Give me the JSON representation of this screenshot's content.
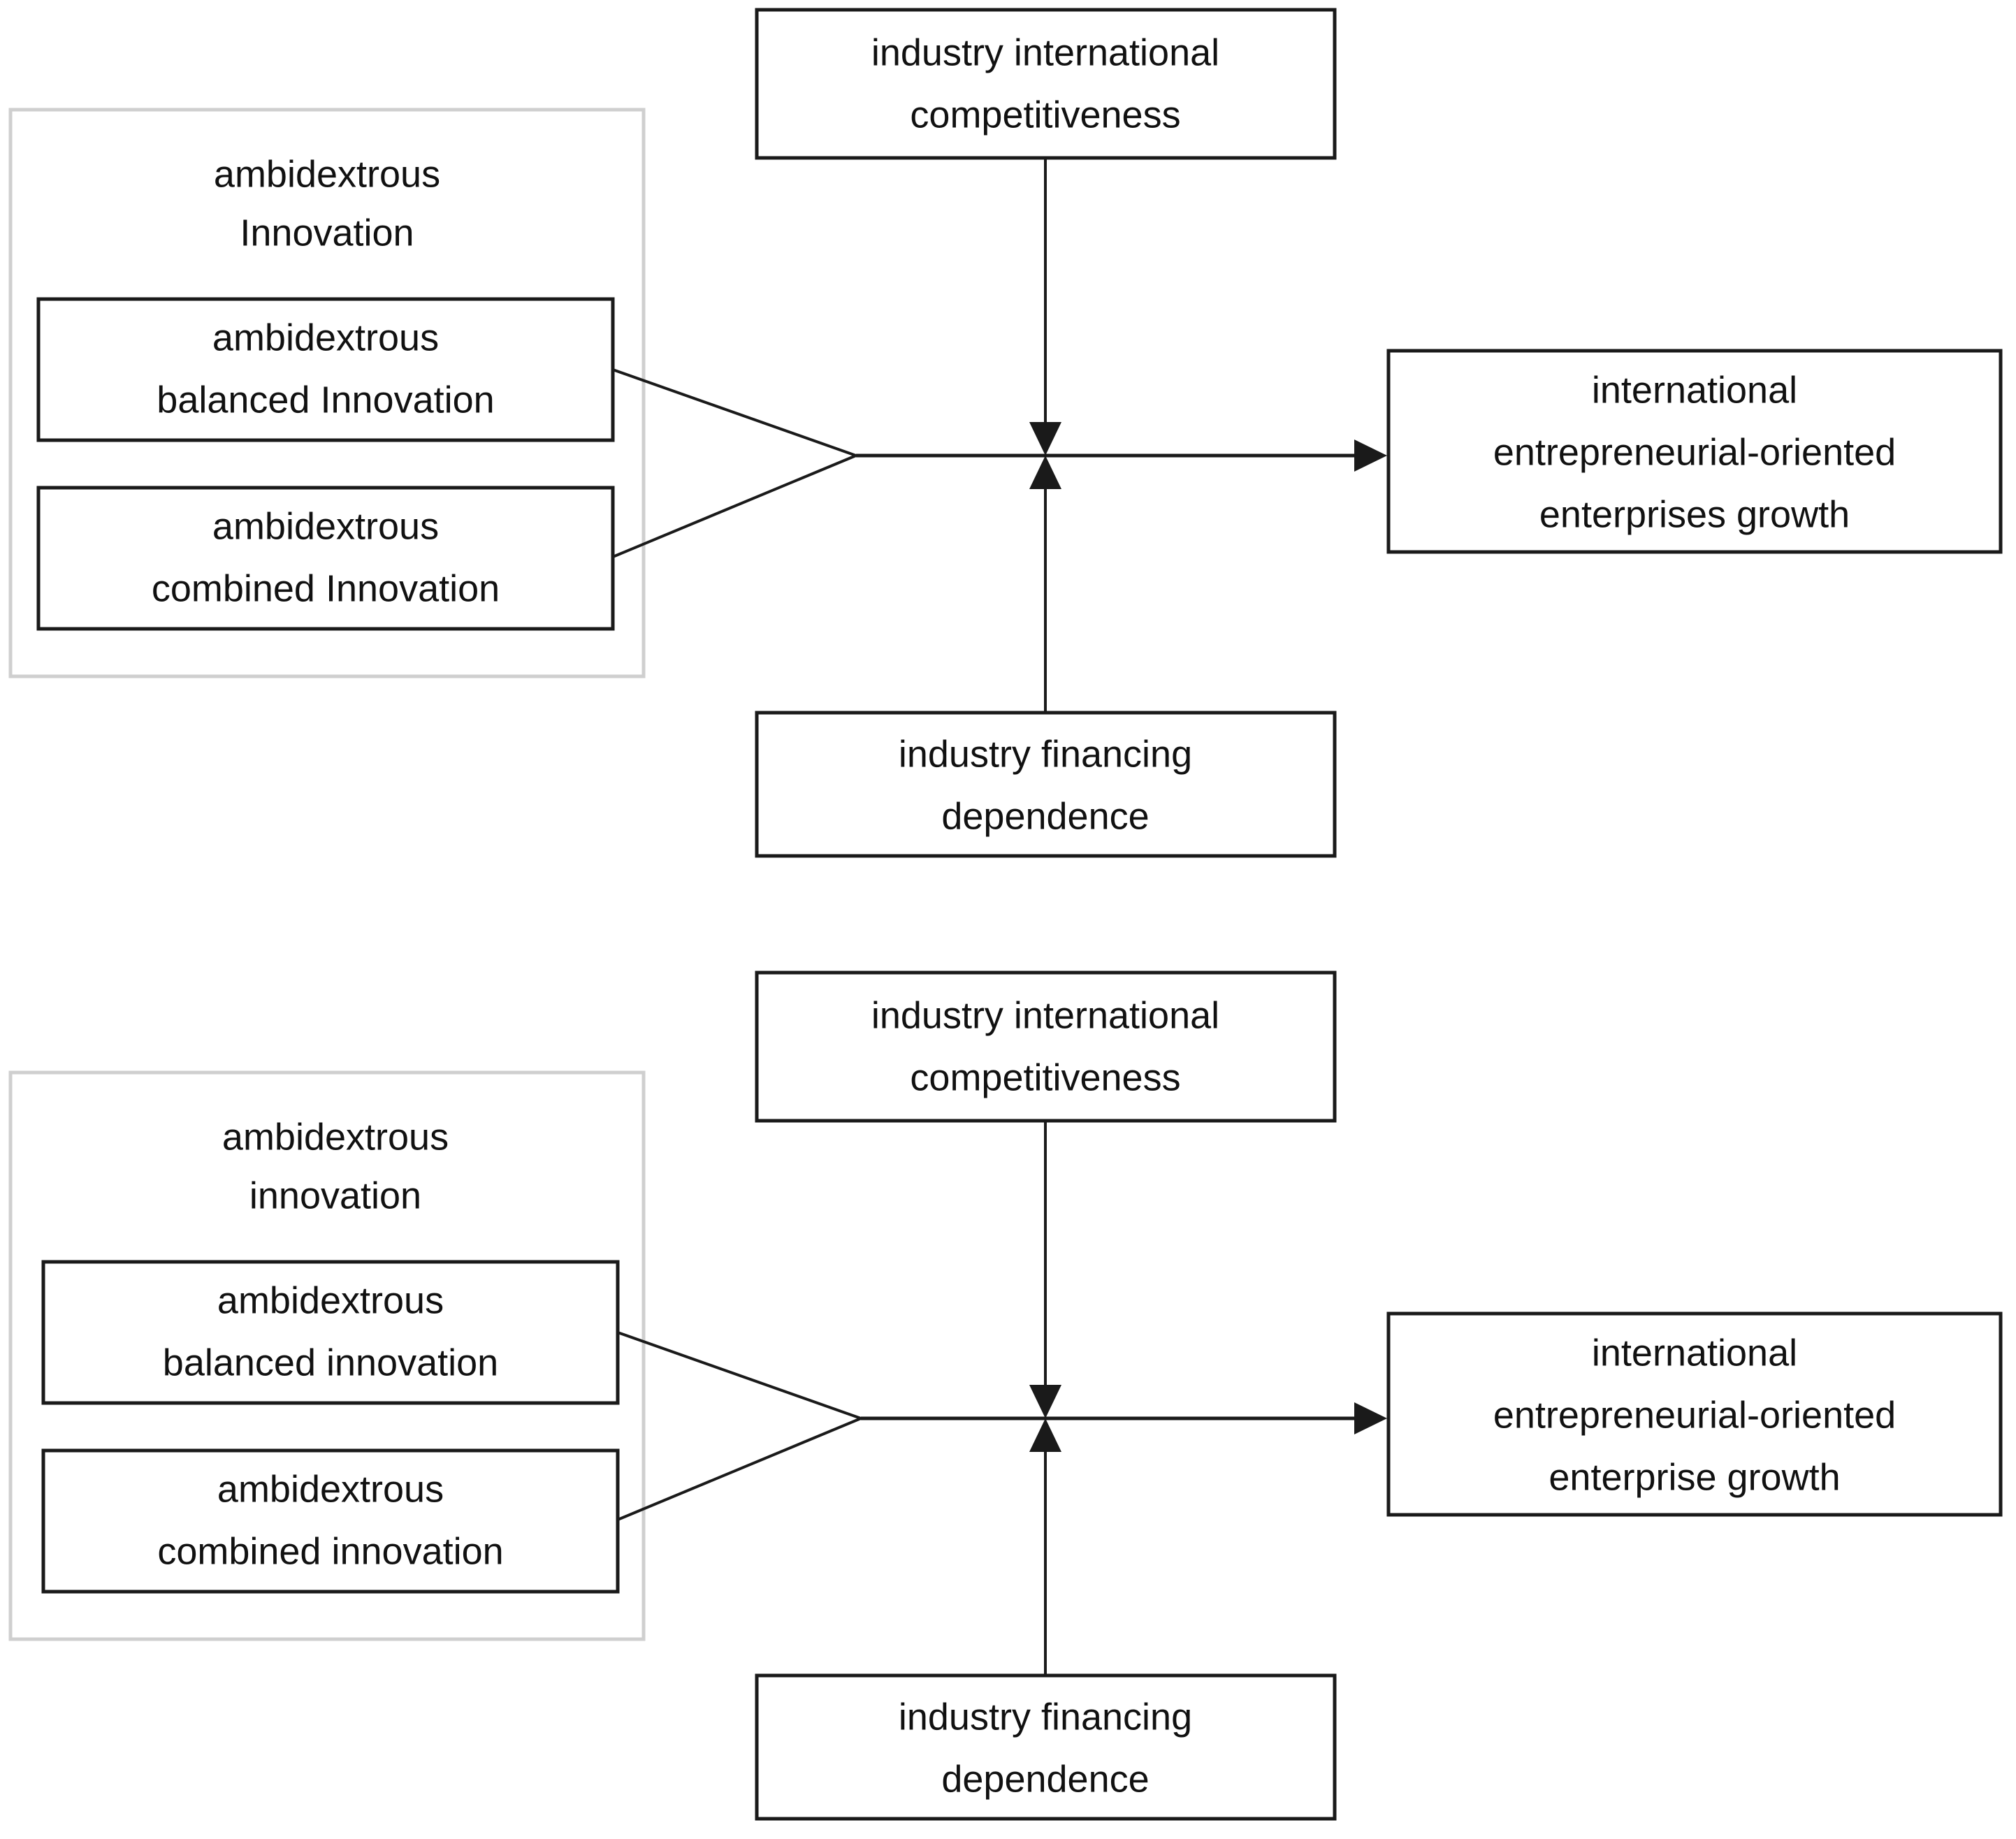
{
  "figure": {
    "title": "ambidextrous innovation and international entrepreneurial-oriented enterprise growth conceptual model",
    "colors": {
      "node_border": "#1a1a1a",
      "group_border": "#cfcfcf",
      "background": "#ffffff",
      "text": "#111111",
      "edge": "#1a1a1a"
    }
  },
  "diagrams": [
    {
      "id": "upper-model",
      "group": {
        "label": "ambidextrous Innovation",
        "label_lines": [
          "ambidextrous",
          "Innovation"
        ],
        "children": [
          {
            "id": "upper-balanced",
            "label": "ambidextrous balanced Innovation",
            "label_lines": [
              "ambidextrous",
              "balanced Innovation"
            ]
          },
          {
            "id": "upper-combined",
            "label": "ambidextrous combined Innovation",
            "label_lines": [
              "ambidextrous",
              "combined Innovation"
            ]
          }
        ]
      },
      "moderator_top": {
        "id": "upper-competitiveness",
        "label": "industry international competitiveness",
        "label_lines": [
          "industry international",
          "competitiveness"
        ]
      },
      "moderator_bottom": {
        "id": "upper-financing",
        "label": "industry financing dependence",
        "label_lines": [
          "industry financing",
          "dependence"
        ]
      },
      "outcome": {
        "id": "upper-growth",
        "label": "international entrepreneurial-oriented enterprises growth",
        "label_lines": [
          "international",
          "entrepreneurial-oriented",
          "enterprises growth"
        ]
      },
      "edges": [
        {
          "from": "upper-balanced",
          "to": "upper-growth",
          "kind": "direct-effect"
        },
        {
          "from": "upper-combined",
          "to": "upper-growth",
          "kind": "direct-effect"
        },
        {
          "from": "upper-competitiveness",
          "to": "main-path",
          "kind": "moderation"
        },
        {
          "from": "upper-financing",
          "to": "main-path",
          "kind": "moderation"
        }
      ]
    },
    {
      "id": "lower-model",
      "group": {
        "label": "ambidextrous innovation",
        "label_lines": [
          "ambidextrous",
          "innovation"
        ],
        "children": [
          {
            "id": "lower-balanced",
            "label": "ambidextrous balanced innovation",
            "label_lines": [
              "ambidextrous",
              "balanced innovation"
            ]
          },
          {
            "id": "lower-combined",
            "label": "ambidextrous combined innovation",
            "label_lines": [
              "ambidextrous",
              "combined innovation"
            ]
          }
        ]
      },
      "moderator_top": {
        "id": "lower-competitiveness",
        "label": "industry international competitiveness",
        "label_lines": [
          "industry international",
          "competitiveness"
        ]
      },
      "moderator_bottom": {
        "id": "lower-financing",
        "label": "industry financing dependence",
        "label_lines": [
          "industry financing",
          "dependence"
        ]
      },
      "outcome": {
        "id": "lower-growth",
        "label": "international entrepreneurial-oriented enterprise growth",
        "label_lines": [
          "international",
          "entrepreneurial-oriented",
          "enterprise growth"
        ]
      },
      "edges": [
        {
          "from": "lower-balanced",
          "to": "lower-growth",
          "kind": "direct-effect"
        },
        {
          "from": "lower-combined",
          "to": "lower-growth",
          "kind": "direct-effect"
        },
        {
          "from": "lower-competitiveness",
          "to": "main-path",
          "kind": "moderation"
        },
        {
          "from": "lower-financing",
          "to": "main-path",
          "kind": "moderation"
        }
      ]
    }
  ],
  "text": {
    "d0_group_l1": "ambidextrous",
    "d0_group_l2": "Innovation",
    "d0_balanced_l1": "ambidextrous",
    "d0_balanced_l2": "balanced Innovation",
    "d0_combined_l1": "ambidextrous",
    "d0_combined_l2": "combined Innovation",
    "d0_top_l1": "industry international",
    "d0_top_l2": "competitiveness",
    "d0_bottom_l1": "industry financing",
    "d0_bottom_l2": "dependence",
    "d0_out_l1": "international",
    "d0_out_l2": "entrepreneurial-oriented",
    "d0_out_l3": "enterprises growth",
    "d1_group_l1": "ambidextrous",
    "d1_group_l2": "innovation",
    "d1_balanced_l1": "ambidextrous",
    "d1_balanced_l2": "balanced innovation",
    "d1_combined_l1": "ambidextrous",
    "d1_combined_l2": "combined innovation",
    "d1_top_l1": "industry international",
    "d1_top_l2": "competitiveness",
    "d1_bottom_l1": "industry financing",
    "d1_bottom_l2": "dependence",
    "d1_out_l1": "international",
    "d1_out_l2": "entrepreneurial-oriented",
    "d1_out_l3": "enterprise growth"
  }
}
